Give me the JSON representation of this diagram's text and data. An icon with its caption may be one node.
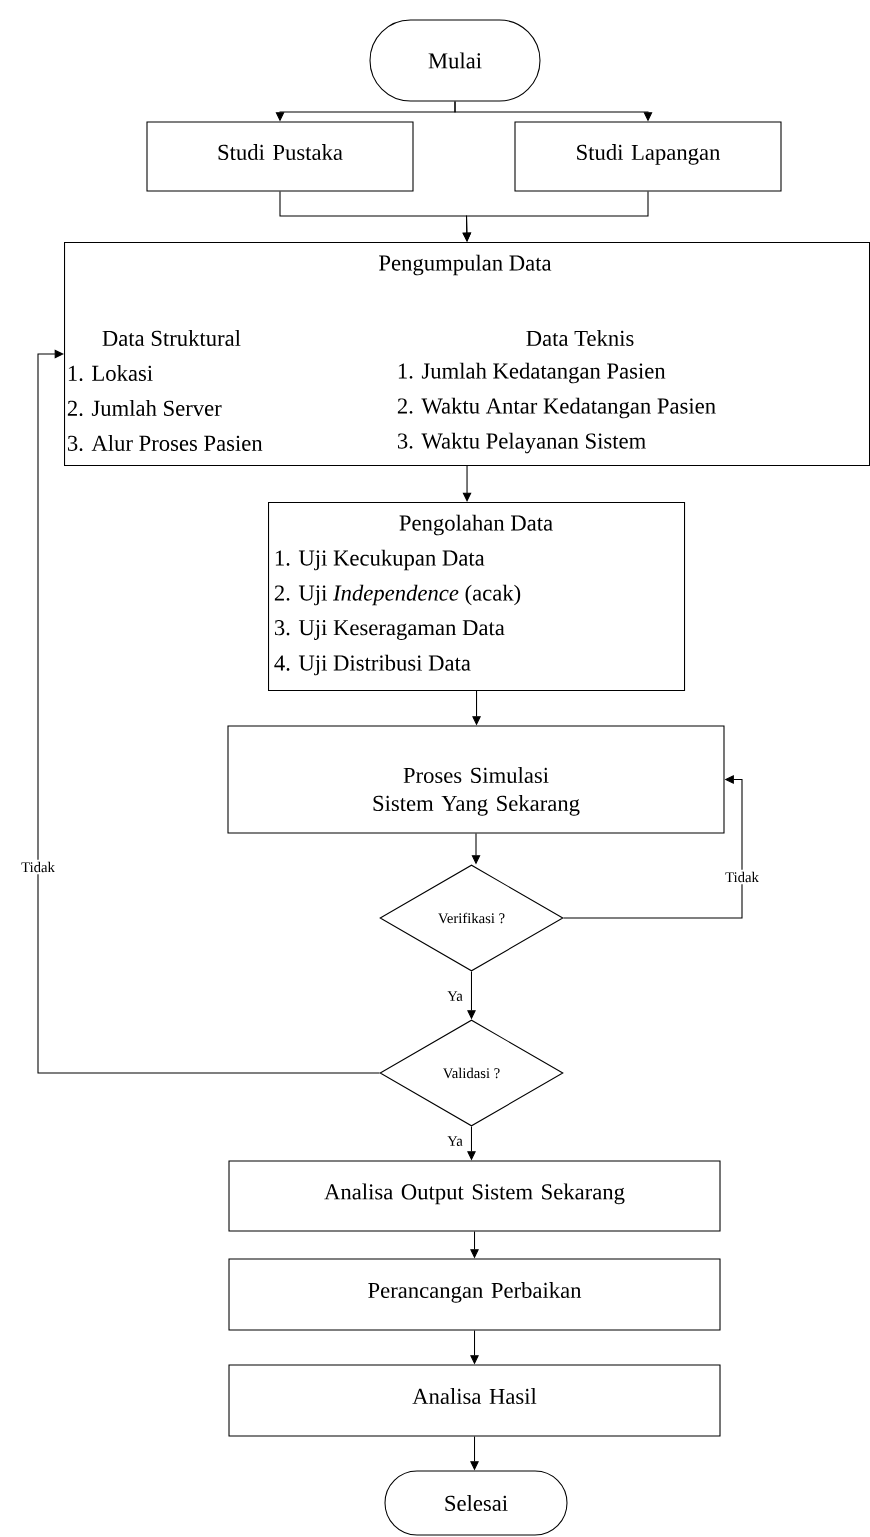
{
  "diagram": {
    "nodes": [
      {
        "text": [
          "Mulai"
        ]
      },
      {
        "text": [
          "Studi Pustaka"
        ]
      },
      {
        "text": [
          "Studi Lapangan"
        ]
      },
      {
        "text": [
          "Pengumpulan Data",
          "Data Struktural",
          "1. Lokasi",
          "2. Jumlah Server",
          "3. Alur Proses Pasien",
          "Data Teknis",
          "1. Jumlah Kedatangan Pasien",
          "2. Waktu Antar Kedatangan Pasien",
          "3. Waktu Pelayanan Sistem"
        ]
      },
      {
        "text": [
          "Pengolahan Data",
          "1. Uji Kecukupan Data",
          "2. Uji *Independence* (acak)",
          "3. Uji Keseragaman Data",
          "4. Uji Distribusi Data"
        ]
      },
      {
        "text": [
          "Proses Simulasi Sistem Yang Sekarang"
        ]
      },
      {
        "text": [
          "Verifikasi ?"
        ]
      },
      {
        "text": [
          "Validasi ?"
        ]
      },
      {
        "text": [
          "Analisa Output Sistem Sekarang"
        ]
      },
      {
        "text": [
          "Perancangan Perbaikan"
        ]
      },
      {
        "text": [
          "Analisa Hasil"
        ]
      },
      {
        "text": [
          "Selesai"
        ]
      }
    ],
    "edges": [
      {
        "from": 0,
        "to": 1,
        "arrow": "to"
      },
      {
        "from": 0,
        "to": 2,
        "arrow": "to"
      },
      {
        "from": 1,
        "to": 3,
        "arrow": "to"
      },
      {
        "from": 2,
        "to": 3,
        "arrow": "to"
      },
      {
        "from": 3,
        "to": 4,
        "arrow": "to"
      },
      {
        "from": 4,
        "to": 5,
        "arrow": "to"
      },
      {
        "from": 5,
        "to": 6,
        "arrow": "to"
      },
      {
        "from": 6,
        "to": 5,
        "arrow": "to",
        "label": "Tidak"
      },
      {
        "from": 6,
        "to": 7,
        "arrow": "to",
        "label": "Ya"
      },
      {
        "from": 7,
        "to": 3,
        "arrow": "to",
        "label": "Tidak"
      },
      {
        "from": 7,
        "to": 8,
        "arrow": "to",
        "label": "Ya"
      },
      {
        "from": 8,
        "to": 9,
        "arrow": "to"
      },
      {
        "from": 9,
        "to": 10,
        "arrow": "to"
      },
      {
        "from": 10,
        "to": 11,
        "arrow": "to"
      }
    ]
  }
}
